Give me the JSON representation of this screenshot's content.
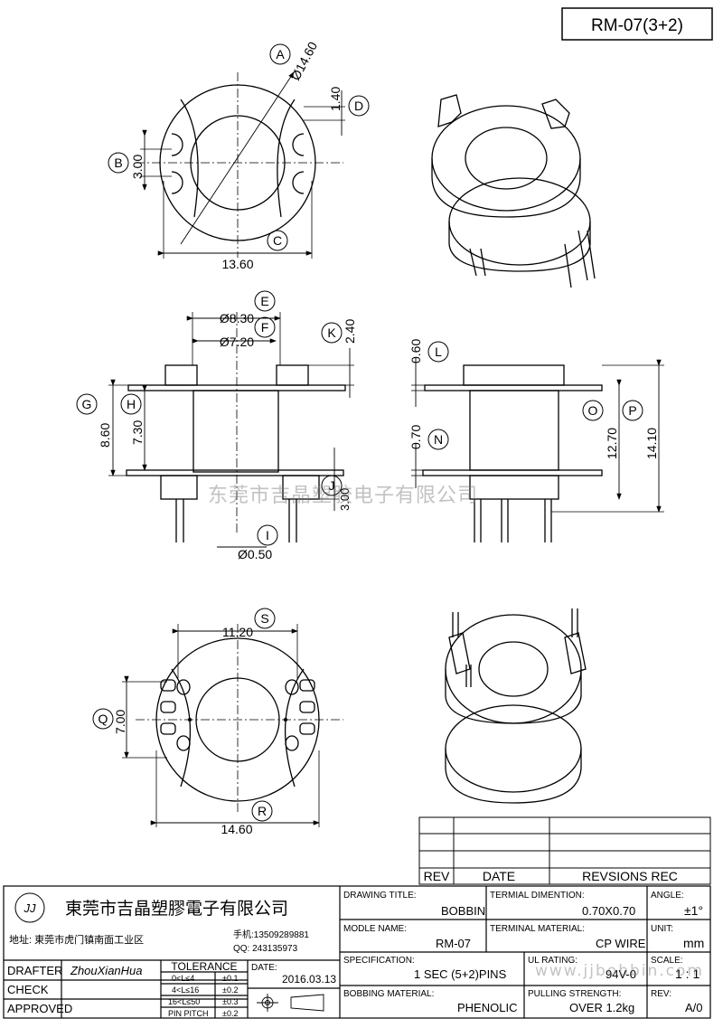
{
  "part_title": "RM-07(3+2)",
  "labels": {
    "A": "A",
    "B": "B",
    "C": "C",
    "D": "D",
    "E": "E",
    "F": "F",
    "G": "G",
    "H": "H",
    "I": "I",
    "J": "J",
    "K": "K",
    "L": "L",
    "N": "N",
    "O": "O",
    "P": "P",
    "Q": "Q",
    "R": "R",
    "S": "S"
  },
  "dimensions": {
    "a": "Ø14.60",
    "b": "3.00",
    "c": "13.60",
    "d": "1.40",
    "e": "Ø8.30",
    "f": "Ø7.20",
    "g": "8.60",
    "h": "7.30",
    "i": "Ø0.50",
    "j": "3.00",
    "k": "2.40",
    "l": "0.60",
    "n": "0.70",
    "o": "12.70",
    "p": "14.10",
    "q": "7.00",
    "r": "14.60",
    "s": "11.20"
  },
  "watermark": "东莞市吉晶塑胶电子有限公司",
  "watermark_url": "www.jjbobbin.com",
  "revision_table": {
    "rev": "REV",
    "date": "DATE",
    "revisions": "REVSIONS REC"
  },
  "company": {
    "logo": "JJ",
    "name": "東莞市吉晶塑膠電子有限公司",
    "address": "地址: 東莞市虎门镇南面工业区",
    "phone": "手机:13509289881",
    "qq": "QQ: 243135973"
  },
  "title_block": {
    "drafter_label": "DRAFTER",
    "drafter_value": "ZhouXianHua",
    "check_label": "CHECK",
    "approved_label": "APPROVED",
    "tolerance_label": "TOLERANCE",
    "tol1_range": "0<L≤4",
    "tol1_val": "±0.1",
    "tol2_range": "4<L≤16",
    "tol2_val": "±0.2",
    "tol3_range": "16<L≤50",
    "tol3_val": "±0.3",
    "tol4_range": "PIN PITCH",
    "tol4_val": "±0.2",
    "date_label": "DATE:",
    "date_value": "2016.03.13",
    "drawing_title_label": "DRAWING TITLE:",
    "drawing_title_value": "BOBBIN",
    "module_name_label": "MODLE NAME:",
    "module_name_value": "RM-07",
    "spec_label": "SPECIFICATION:",
    "spec_value": "1 SEC (5+2)PINS",
    "bobbin_material_label": "BOBBING MATERIAL:",
    "bobbin_material_value": "PHENOLIC",
    "terminal_dimention_label": "TERMIAL DIMENTION:",
    "terminal_dimention_value": "0.70X0.70",
    "terminal_material_label": "TERMINAL MATERIAL:",
    "terminal_material_value": "CP WIRE",
    "ul_rating_label": "UL RATING:",
    "ul_rating_value": "94V-0",
    "pulling_label": "PULLING STRENGTH:",
    "pulling_value": "OVER 1.2kg",
    "angle_label": "ANGLE:",
    "angle_value": "±1°",
    "unit_label": "UNIT:",
    "unit_value": "mm",
    "scale_label": "SCALE:",
    "scale_value": "1 : 1",
    "rev_label": "REV:",
    "rev_value": "A/0"
  }
}
